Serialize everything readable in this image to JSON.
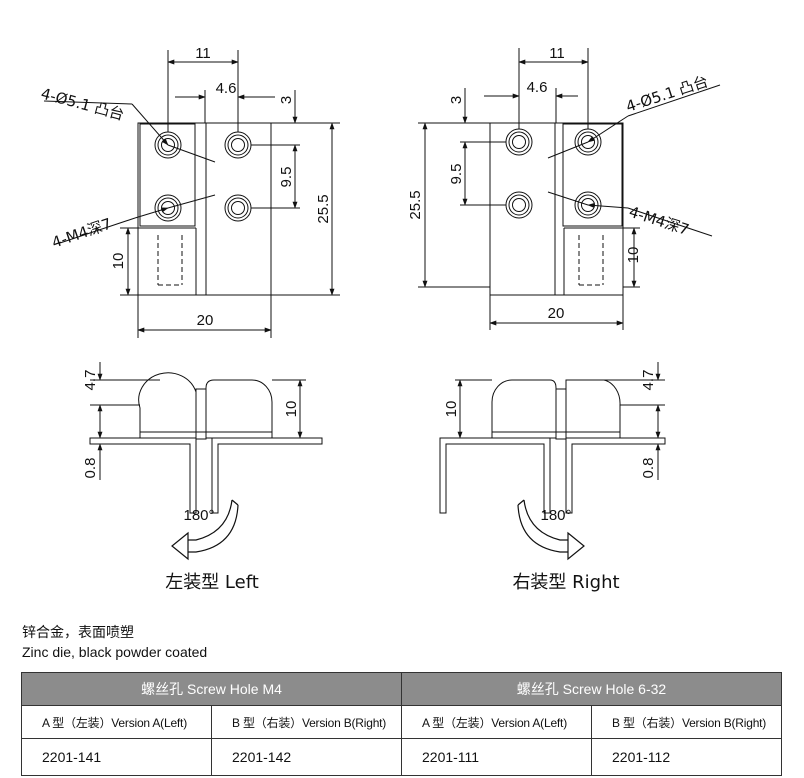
{
  "top_views": {
    "left": {
      "dim_total_width": "11",
      "dim_hole_offset": "4.6",
      "dim_top_edge": "3",
      "dim_hole_pitch": "9.5",
      "dim_height": "25.5",
      "dim_lower_height": "10",
      "dim_width": "20",
      "callout_counterbore": "4-Ø5.1 凸台",
      "callout_thread": "4-M4深7"
    },
    "right": {
      "dim_total_width": "11",
      "dim_hole_offset": "4.6",
      "dim_top_edge": "3",
      "dim_hole_pitch": "9.5",
      "dim_height": "25.5",
      "dim_lower_height": "10",
      "dim_width": "20",
      "callout_counterbore": "4-Ø5.1 凸台",
      "callout_thread": "4-M4深7"
    }
  },
  "side_views": {
    "left": {
      "dim_top": "4.7",
      "dim_knuckle": "10",
      "dim_plate": "0.8",
      "rotation": "180°",
      "caption": "左装型 Left"
    },
    "right": {
      "dim_top": "4.7",
      "dim_knuckle": "10",
      "dim_plate": "0.8",
      "rotation": "180°",
      "caption": "右装型 Right"
    }
  },
  "material": {
    "chinese": "锌合金，表面喷塑",
    "english": "Zinc die, black powder coated"
  },
  "table": {
    "groups": [
      "螺丝孔 Screw Hole M4",
      "螺丝孔 Screw Hole 6-32"
    ],
    "versions": [
      "A 型（左装）Version A(Left)",
      "B 型（右装）Version B(Right)",
      "A 型（左装）Version A(Left)",
      "B 型（右装）Version B(Right)"
    ],
    "codes": [
      "2201-141",
      "2201-142",
      "2201-111",
      "2201-112"
    ]
  },
  "colors": {
    "line": "#111111",
    "table_header": "#8c8c8c"
  }
}
